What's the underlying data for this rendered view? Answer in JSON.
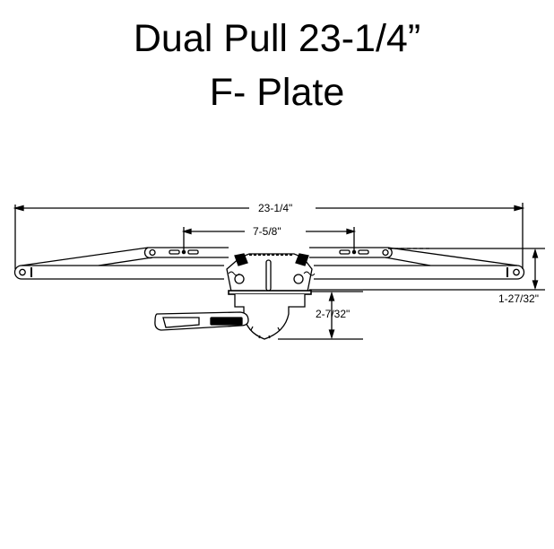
{
  "title": {
    "line1": "Dual Pull  23-1/4”",
    "line2": "F- Plate"
  },
  "dimensions": {
    "overall_length": "23-1/4\"",
    "arm_spacing": "7-5/8\"",
    "arm_height": "1-27/32\"",
    "operator_depth": "2-7/32\""
  },
  "colors": {
    "line": "#000000",
    "background": "#ffffff"
  }
}
